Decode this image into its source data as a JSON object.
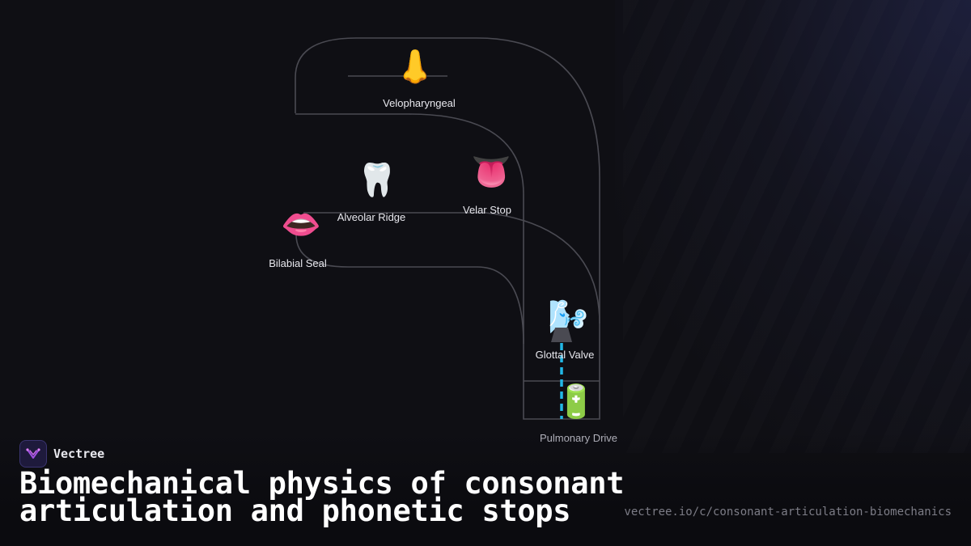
{
  "diagram": {
    "nodes": {
      "velopharyngeal": {
        "label": "Velopharyngeal",
        "icon": "nose-icon",
        "glyph": "👃"
      },
      "alveolar": {
        "label": "Alveolar Ridge",
        "icon": "tooth-icon",
        "glyph": "🦷"
      },
      "velar": {
        "label": "Velar Stop",
        "icon": "tongue-icon",
        "glyph": "👅"
      },
      "bilabial": {
        "label": "Bilabial Seal",
        "icon": "lips-icon",
        "glyph": "👄"
      },
      "glottal": {
        "label": "Glottal Valve",
        "icon": "wind-icon",
        "glyph": "🌬️"
      },
      "pulmonary": {
        "label": "Pulmonary Drive",
        "icon": "battery-icon",
        "glyph": "🔋"
      }
    },
    "colors": {
      "tract_line": "#4a4a52",
      "airflow": "#22b8e6"
    }
  },
  "brand": {
    "name": "Vectree"
  },
  "title": "Biomechanical physics of consonant articulation and phonetic stops",
  "url": "vectree.io/c/consonant-articulation-biomechanics"
}
